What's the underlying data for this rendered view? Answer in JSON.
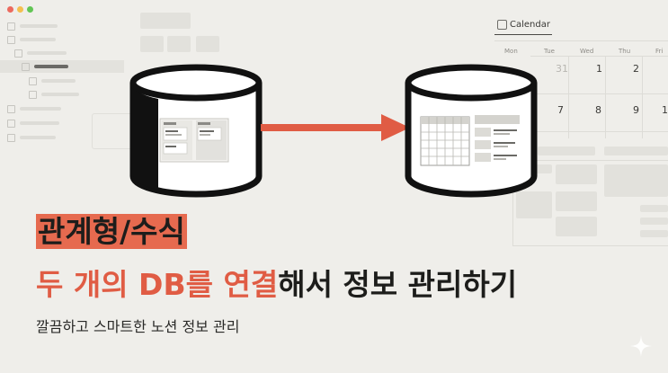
{
  "calendar": {
    "tab_label": "Calendar",
    "days": [
      "Mon",
      "Tue",
      "Wed",
      "Thu",
      "Fri"
    ],
    "dates_row1": [
      "31",
      "1",
      "2"
    ],
    "dates_row2": [
      "7",
      "8",
      "9",
      "1"
    ]
  },
  "headline": {
    "line1": "관계형/수식",
    "line2_red1": "두 개의 DB를",
    "line2_mid": " ",
    "line2_red2": "연결",
    "line2_rest": "해서 정보 관리하기"
  },
  "subtitle": "깔끔하고 스마트한 노션 정보 관리",
  "colors": {
    "accent": "#e05c44",
    "highlight": "#e66a4f",
    "background": "#efeeea"
  },
  "icons": [
    "database-cylinder-icon",
    "arrow-right-icon",
    "sparkle-icon"
  ]
}
